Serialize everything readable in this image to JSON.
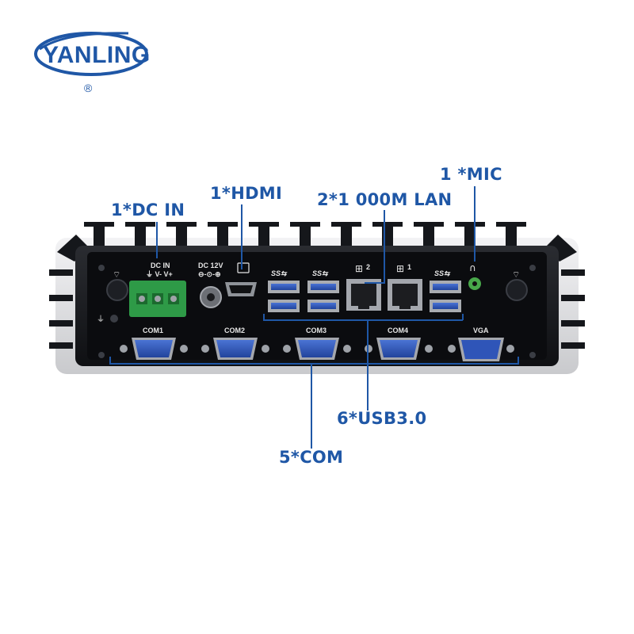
{
  "brand": {
    "name": "YANLING",
    "registered": "®",
    "color": "#1f57a6"
  },
  "callouts": {
    "dc_in": "1*DC IN",
    "hdmi": "1*HDMI",
    "lan": "2*1 000M LAN",
    "mic": "1 *MIC",
    "usb": "6*USB3.0",
    "com": "5*COM"
  },
  "panel": {
    "dc_in_label": "DC IN",
    "dc_in_pins": "⏚ V- V+",
    "dc12v_label": "DC 12V",
    "dc12v_symbol": "⊖-⊙-⊕",
    "lan2_num": "2",
    "lan1_num": "1",
    "com_labels": [
      "COM1",
      "COM2",
      "COM3",
      "COM4"
    ],
    "vga_label": "VGA",
    "usb_logo": "SS⇆"
  },
  "colors": {
    "chassis": "#16181c",
    "panel": "#0b0c0f",
    "silver": "#d9dadd",
    "port_blue": "#2f55b8",
    "terminal_green": "#2e9a47",
    "mic_green": "#48a84a"
  }
}
